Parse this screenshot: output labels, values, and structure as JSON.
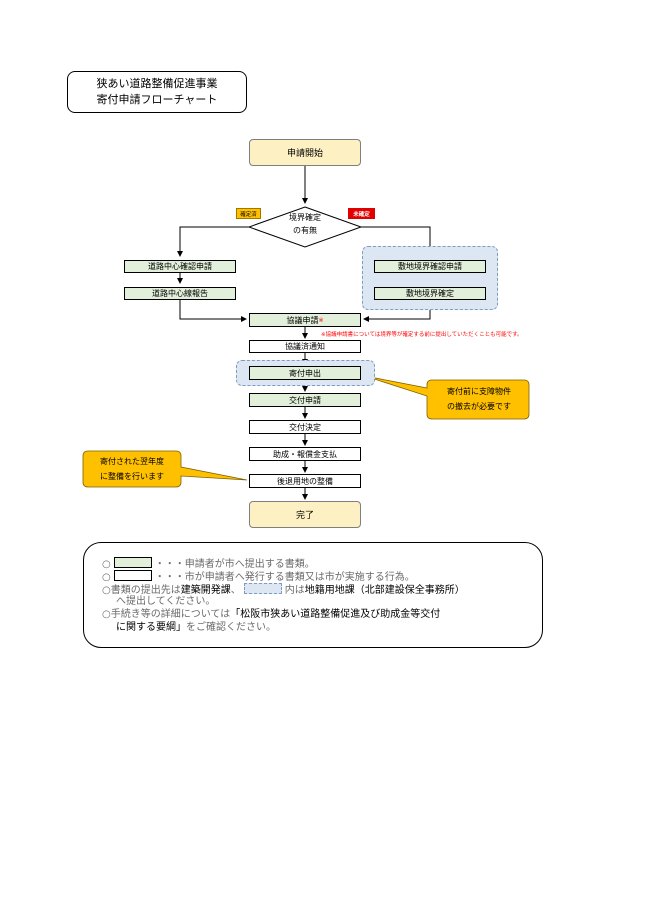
{
  "title": {
    "line1": "狭あい道路整備促進事業",
    "line2": "寄付申請フローチャート"
  },
  "flow": {
    "start": "申請開始",
    "decision_line1": "境界確定",
    "decision_line2": "の有無",
    "tag_confirmed": "確定済",
    "tag_unconfirmed": "未確定",
    "left_step1": "道路中心確認申請",
    "left_step2": "道路中心線報告",
    "right_step1": "敷地境界確認申請",
    "right_step2": "敷地境界確定",
    "consult_request": "協議申請",
    "consult_mark": "※",
    "consult_note": "※協議申請書については境界等が確定する前に提出していただくことも可能です。",
    "consult_done": "協議済通知",
    "donation_offer": "寄付申出",
    "delivery_request": "交付申請",
    "delivery_decision": "交付決定",
    "subsidy_payment": "助成・報償金支払",
    "land_maintenance": "後退用地の整備",
    "end": "完了"
  },
  "callouts": {
    "right_line1": "寄付前に支障物件",
    "right_line2": "の撤去が必要です",
    "left_line1": "寄付された翌年度",
    "left_line2": "に整備を行います"
  },
  "legend": {
    "bullet": "○",
    "item1_text": "・・・申請者が市へ提出する書類。",
    "item2_text": "・・・市が申請者へ発行する書類又は市が実施する行為。",
    "item3_pre": "書類の提出先は",
    "item3_bold1": "建築開発課",
    "item3_mid": "、",
    "item3_in": "内は",
    "item3_bold2": "地籍用地課（北部建設保全事務所）",
    "item3_line2": "へ提出してください。",
    "item4_pre": "手続き等の詳細については",
    "item4_bold1": "「松阪市狭あい道路整備促進及び助成金等交付",
    "item4_bold2": "に関する要綱」",
    "item4_post": "をご確認ください。"
  },
  "colors": {
    "applicant_fill": "#e2efda",
    "terminal_fill": "#fdf0c2",
    "group_fill": "#dde7f3",
    "callout_fill": "#ffc000",
    "tag_unconfirmed": "#e00000",
    "note_red": "#ff0000"
  }
}
